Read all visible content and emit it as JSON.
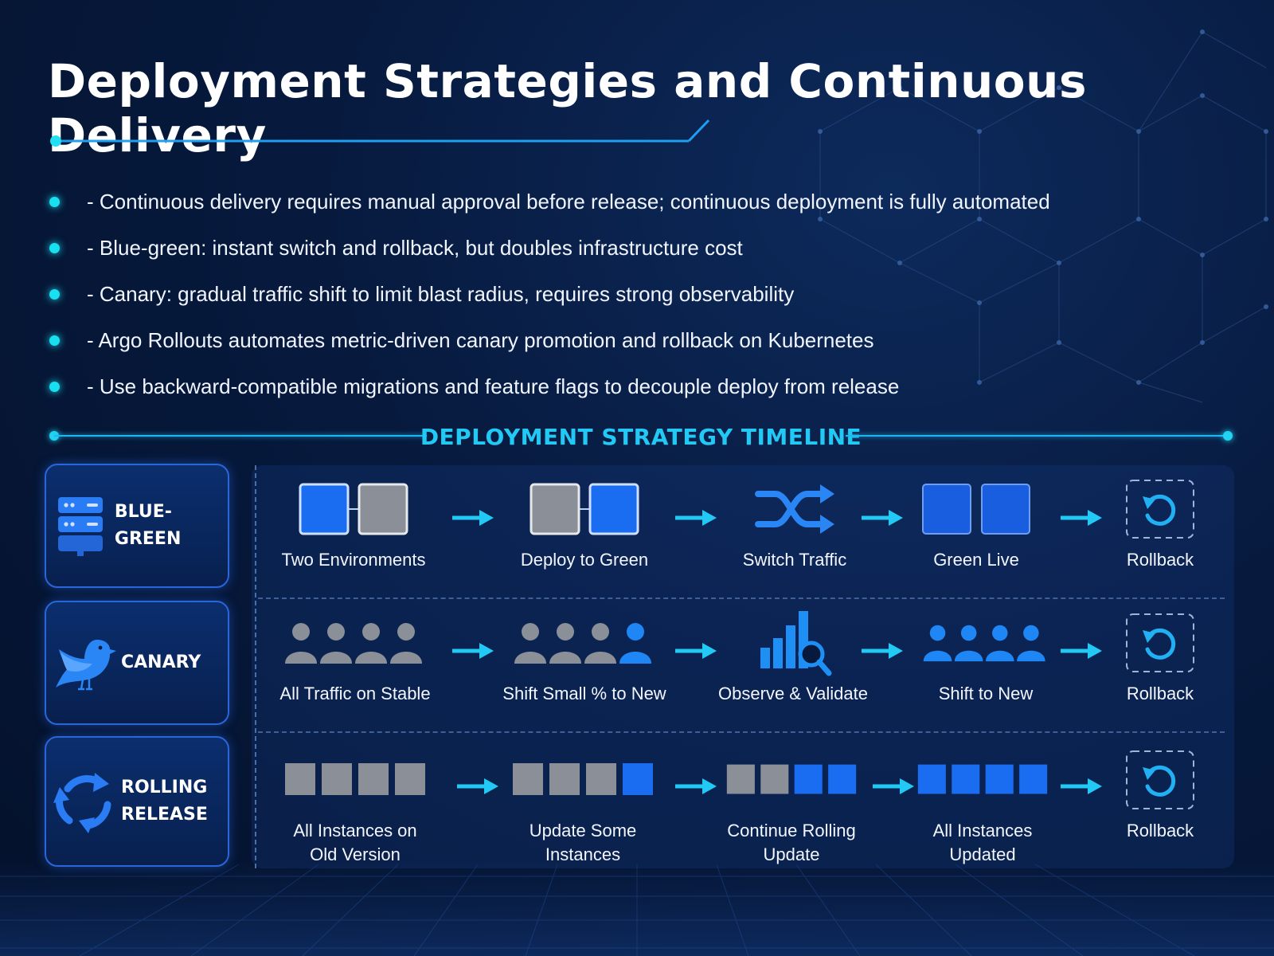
{
  "title": "Deployment Strategies and Continuous Delivery",
  "bullets": [
    "- Continuous delivery requires manual approval before release; continuous deployment is fully automated",
    "- Blue-green: instant switch and rollback, but doubles infrastructure cost",
    "- Canary: gradual traffic shift to limit blast radius, requires strong observability",
    "- Argo Rollouts automates metric-driven canary promotion and rollback on Kubernetes",
    "- Use backward-compatible migrations and feature flags to decouple deploy from release"
  ],
  "timeline_title": "DEPLOYMENT STRATEGY TIMELINE",
  "colors": {
    "accent_cyan": "#22c9f4",
    "active_blue": "#1a6cf0",
    "inactive_gray": "#8a8f98",
    "card_border": "#2a66d9"
  },
  "strategies": [
    {
      "name_lines": [
        "BLUE-GREEN"
      ],
      "icon": "server-stack-icon",
      "steps": [
        {
          "caption": "Two Environments",
          "icon": "environment-pair-blue-gray-icon"
        },
        {
          "caption": "Deploy to Green",
          "icon": "environment-pair-gray-blue-icon"
        },
        {
          "caption": "Switch Traffic",
          "icon": "shuffle-icon"
        },
        {
          "caption": "Green Live",
          "icon": "environment-pair-blue-blue-icon"
        },
        {
          "caption": "Rollback",
          "icon": "rollback-icon"
        }
      ]
    },
    {
      "name_lines": [
        "CANARY"
      ],
      "icon": "bird-icon",
      "steps": [
        {
          "caption": "All Traffic on Stable",
          "icon": "users-all-gray-icon"
        },
        {
          "caption": "Shift Small % to New",
          "icon": "users-one-blue-icon"
        },
        {
          "caption": "Observe & Validate",
          "icon": "chart-search-icon"
        },
        {
          "caption": "Shift to New",
          "icon": "users-all-blue-icon"
        },
        {
          "caption": "Rollback",
          "icon": "rollback-icon"
        }
      ]
    },
    {
      "name_lines": [
        "ROLLING",
        "RELEASE"
      ],
      "icon": "cycle-arrows-icon",
      "steps": [
        {
          "caption_lines": [
            "All Instances on",
            "Old Version"
          ],
          "icon": "instances-0-of-4-icon"
        },
        {
          "caption_lines": [
            "Update Some",
            "Instances"
          ],
          "icon": "instances-1-of-4-icon"
        },
        {
          "caption_lines": [
            "Continue Rolling",
            "Update"
          ],
          "icon": "instances-2-of-4-icon"
        },
        {
          "caption_lines": [
            "All Instances",
            "Updated"
          ],
          "icon": "instances-4-of-4-icon"
        },
        {
          "caption": "Rollback",
          "icon": "rollback-icon"
        }
      ]
    }
  ]
}
